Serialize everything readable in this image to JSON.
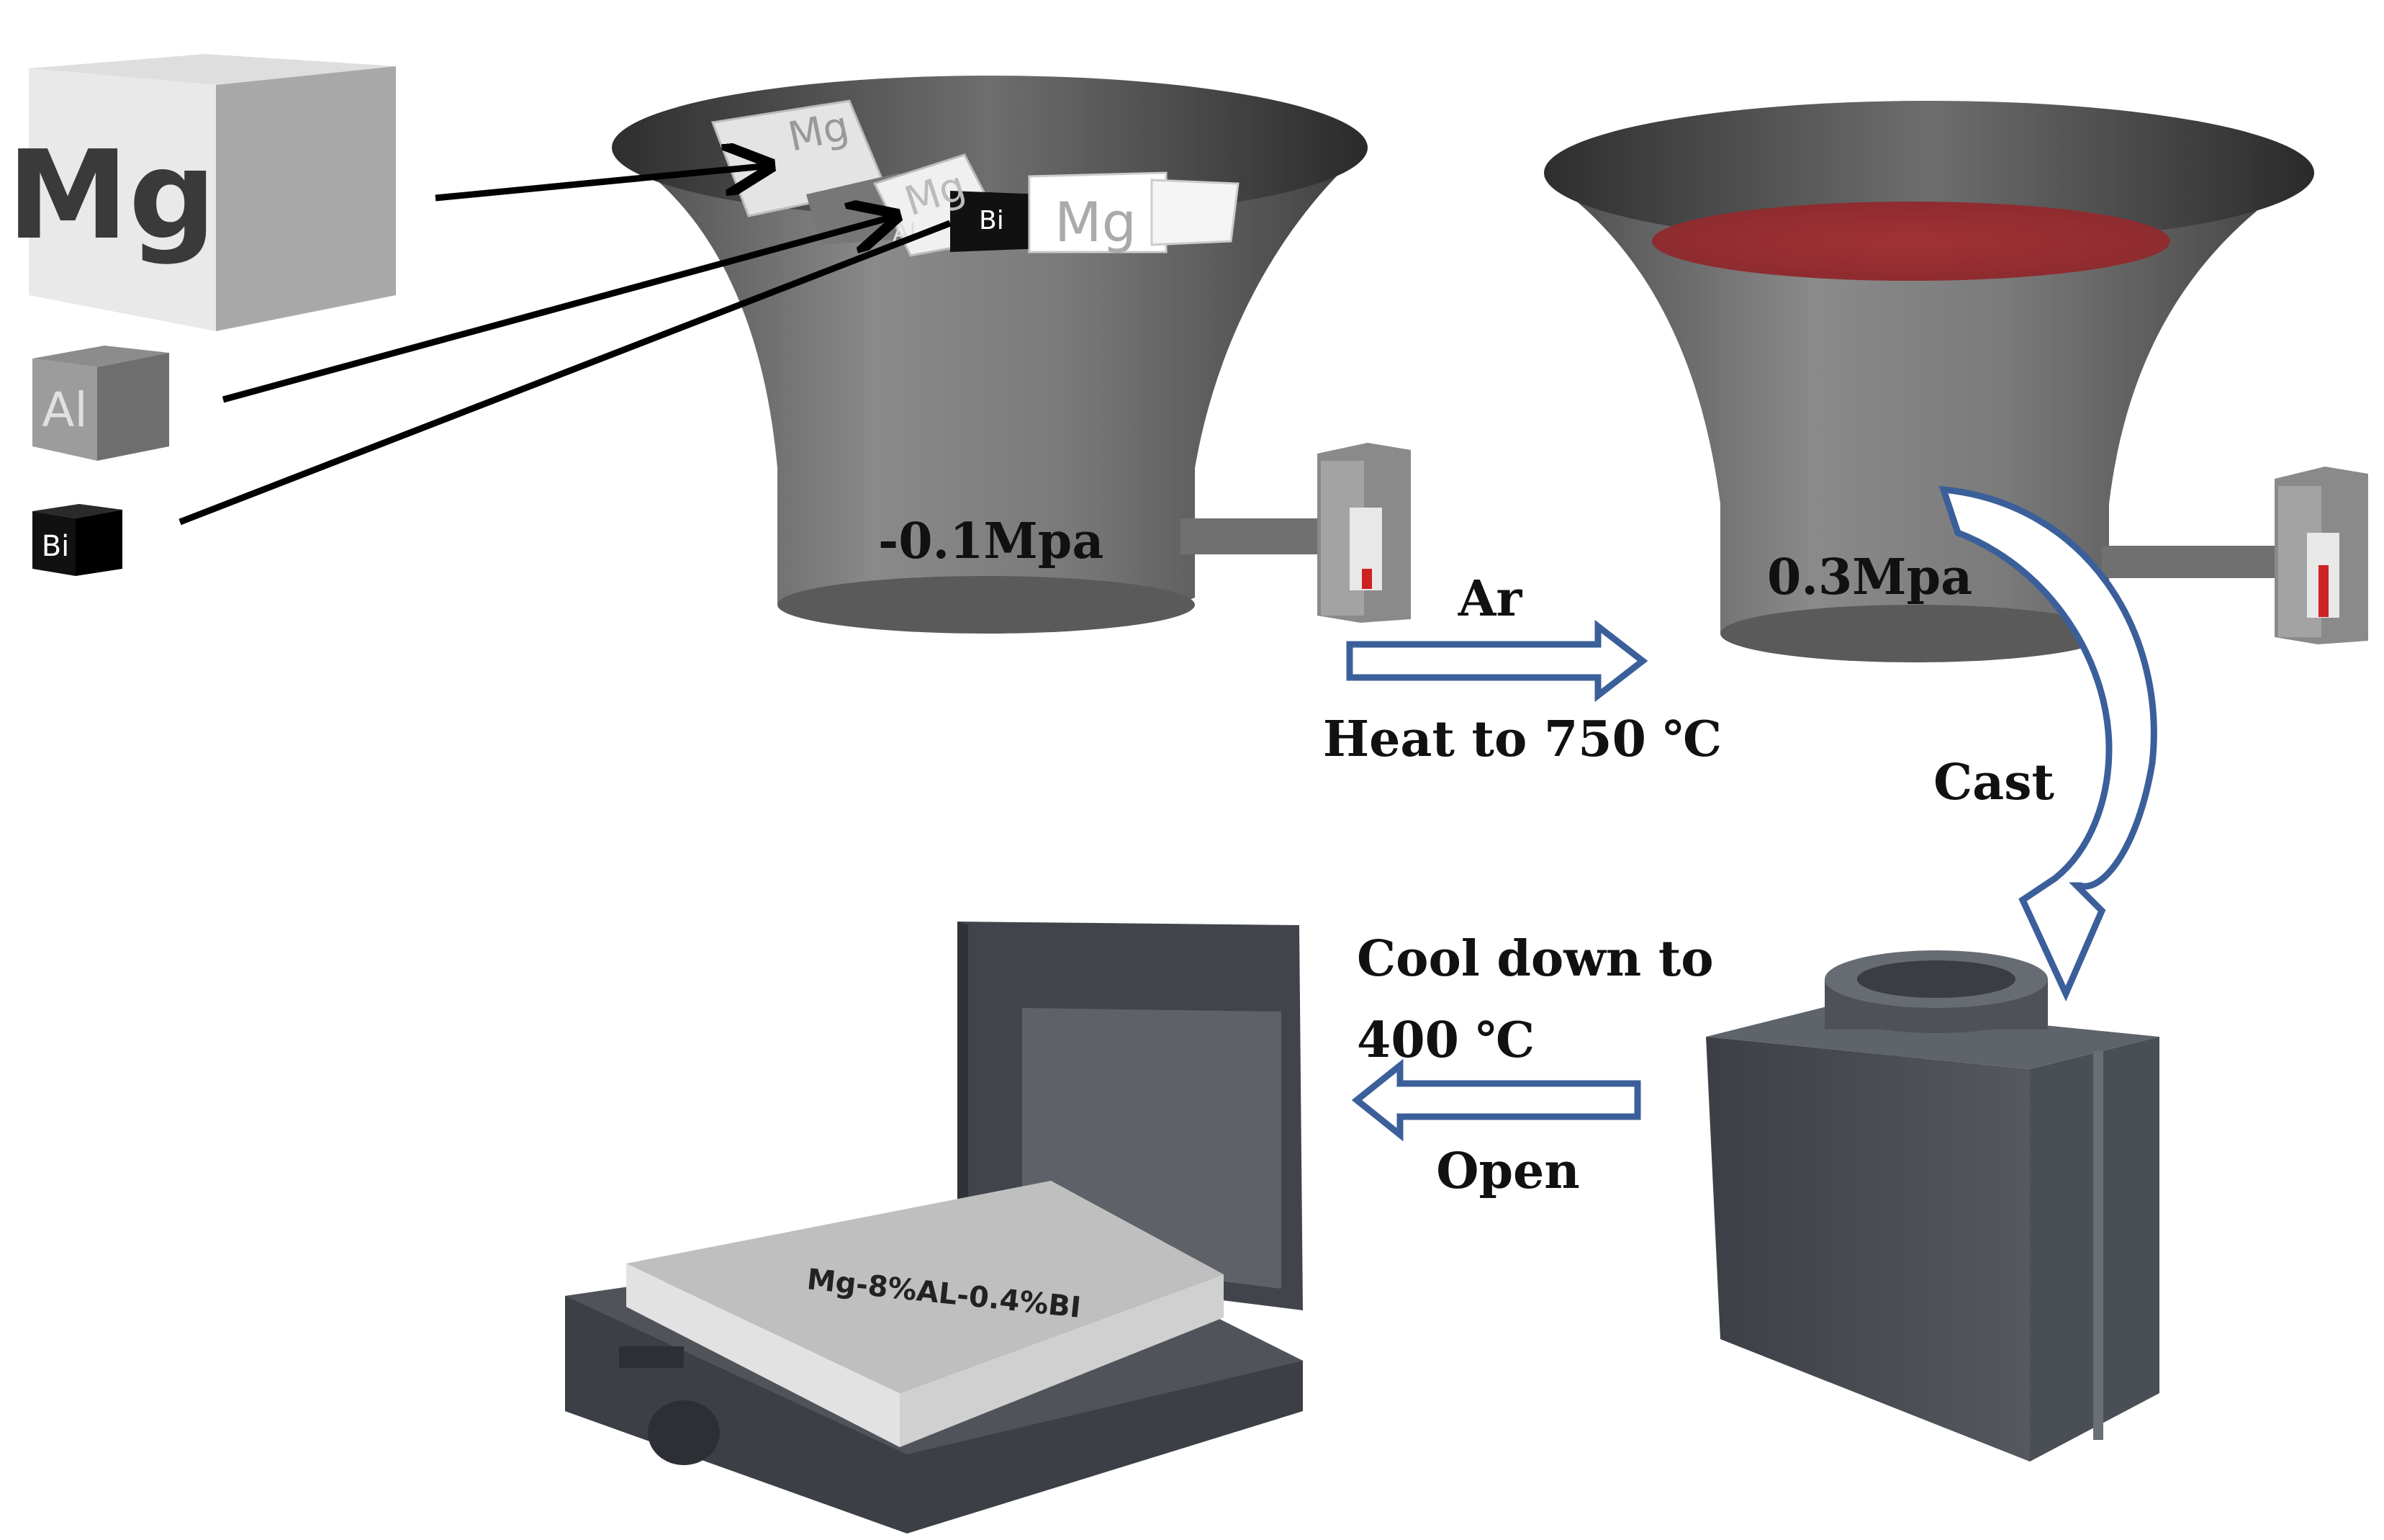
{
  "materials": {
    "mg_cube_label": "Mg",
    "al_cube_label": "Al",
    "bi_cube_label": "Bi"
  },
  "crucible_1": {
    "chunk_labels": [
      "Mg",
      "Mg",
      "Mg",
      "Bi",
      "Al"
    ],
    "pressure": "-0.1Mpa"
  },
  "step_heat": {
    "gas": "Ar",
    "action": "Heat to 750 ℃"
  },
  "crucible_2": {
    "pressure": "0.3Mpa",
    "melt_color": "#a03236"
  },
  "step_cast": {
    "action": "Cast",
    "arrow_color": "#3b5f9a"
  },
  "step_cool": {
    "line1": "Cool down to",
    "line2": "400 ℃",
    "action": "Open"
  },
  "ingot": {
    "label": "Mg-8%AL-0.4%BI"
  }
}
